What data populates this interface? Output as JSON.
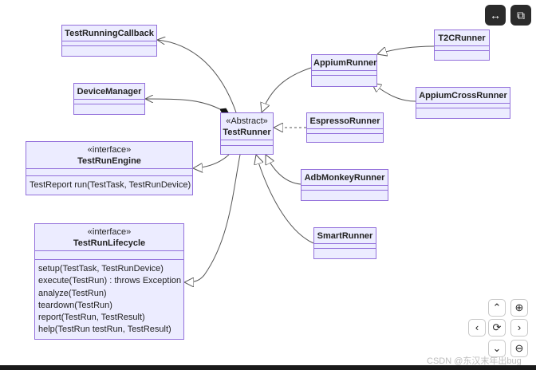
{
  "toolbar": {
    "expand_icon": "↔",
    "copy_icon": "⧉"
  },
  "controls": {
    "up": "⌃",
    "down": "⌄",
    "left": "‹",
    "right": "›",
    "reset": "⟳",
    "zoom_in": "⊕",
    "zoom_out": "⊖"
  },
  "classes": {
    "test_running_callback": {
      "name": "TestRunningCallback"
    },
    "device_manager": {
      "name": "DeviceManager"
    },
    "test_run_engine": {
      "stereotype": "«interface»",
      "name": "TestRunEngine",
      "methods": [
        "TestReport run(TestTask, TestRunDevice)"
      ]
    },
    "test_run_lifecycle": {
      "stereotype": "«interface»",
      "name": "TestRunLifecycle",
      "methods": [
        "setup(TestTask, TestRunDevice)",
        "execute(TestRun) : throws Exception",
        "analyze(TestRun)",
        "teardown(TestRun)",
        "report(TestRun, TestResult)",
        "help(TestRun testRun, TestResult)"
      ]
    },
    "test_runner": {
      "stereotype": "«Abstract»",
      "name": "TestRunner"
    },
    "appium_runner": {
      "name": "AppiumRunner"
    },
    "t2c_runner": {
      "name": "T2CRunner"
    },
    "appium_cross_runner": {
      "name": "AppiumCrossRunner"
    },
    "espresso_runner": {
      "name": "EspressoRunner"
    },
    "adb_monkey_runner": {
      "name": "AdbMonkeyRunner"
    },
    "smart_runner": {
      "name": "SmartRunner"
    }
  },
  "colors": {
    "class_fill": "#ececff",
    "class_border": "#9370db",
    "edge": "#555555"
  },
  "watermark": "CSDN @东汉末年出bug"
}
